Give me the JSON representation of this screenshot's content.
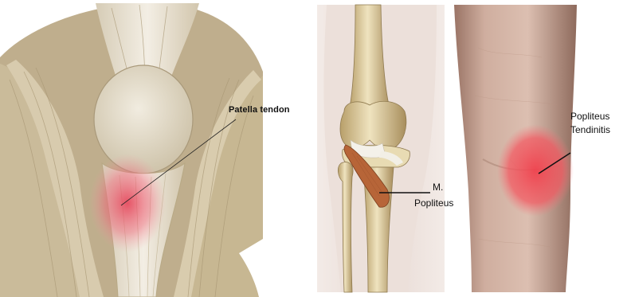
{
  "labels": {
    "patella_tendon": "Patella tendon",
    "m_popliteus_line1": "M.",
    "m_popliteus_line2": "Popliteus",
    "popliteus_tendinitis_line1": "Popliteus",
    "popliteus_tendinitis_line2": "Tendinitis"
  },
  "colors": {
    "muscle_beige": "#cbbd9f",
    "tendon_light": "#efeadf",
    "highlight_red": "#e84a5a",
    "bone": "#e2d3a9",
    "popliteus_muscle": "#b5653c",
    "skin": "#d9b9a8",
    "background": "#ffffff"
  }
}
